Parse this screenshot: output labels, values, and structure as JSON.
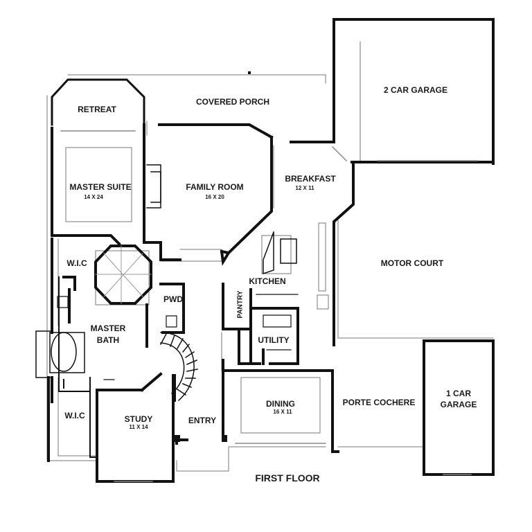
{
  "title": "FIRST FLOOR",
  "rooms": {
    "retreat": {
      "name": "RETREAT"
    },
    "covered_porch": {
      "name": "COVERED PORCH"
    },
    "two_car_garage": {
      "name": "2 CAR GARAGE"
    },
    "master_suite": {
      "name": "MASTER SUITE",
      "dims": "14 X 24"
    },
    "family_room": {
      "name": "FAMILY ROOM",
      "dims": "16 X 20"
    },
    "breakfast": {
      "name": "BREAKFAST",
      "dims": "12 X 11"
    },
    "motor_court": {
      "name": "MOTOR COURT"
    },
    "wic_top": {
      "name": "W.I.C"
    },
    "pwd": {
      "name": "PWD"
    },
    "kitchen": {
      "name": "KITCHEN"
    },
    "pantry": {
      "name": "PANTRY"
    },
    "master_bath": {
      "name": "MASTER BATH"
    },
    "utility": {
      "name": "UTILITY"
    },
    "one_car_garage": {
      "name": "1 CAR GARAGE"
    },
    "dining": {
      "name": "DINING",
      "dims": "16 X 11"
    },
    "porte_cochere": {
      "name": "PORTE COCHERE"
    },
    "wic_bottom": {
      "name": "W.I.C"
    },
    "study": {
      "name": "STUDY",
      "dims": "11 X 14"
    },
    "entry": {
      "name": "ENTRY"
    }
  }
}
